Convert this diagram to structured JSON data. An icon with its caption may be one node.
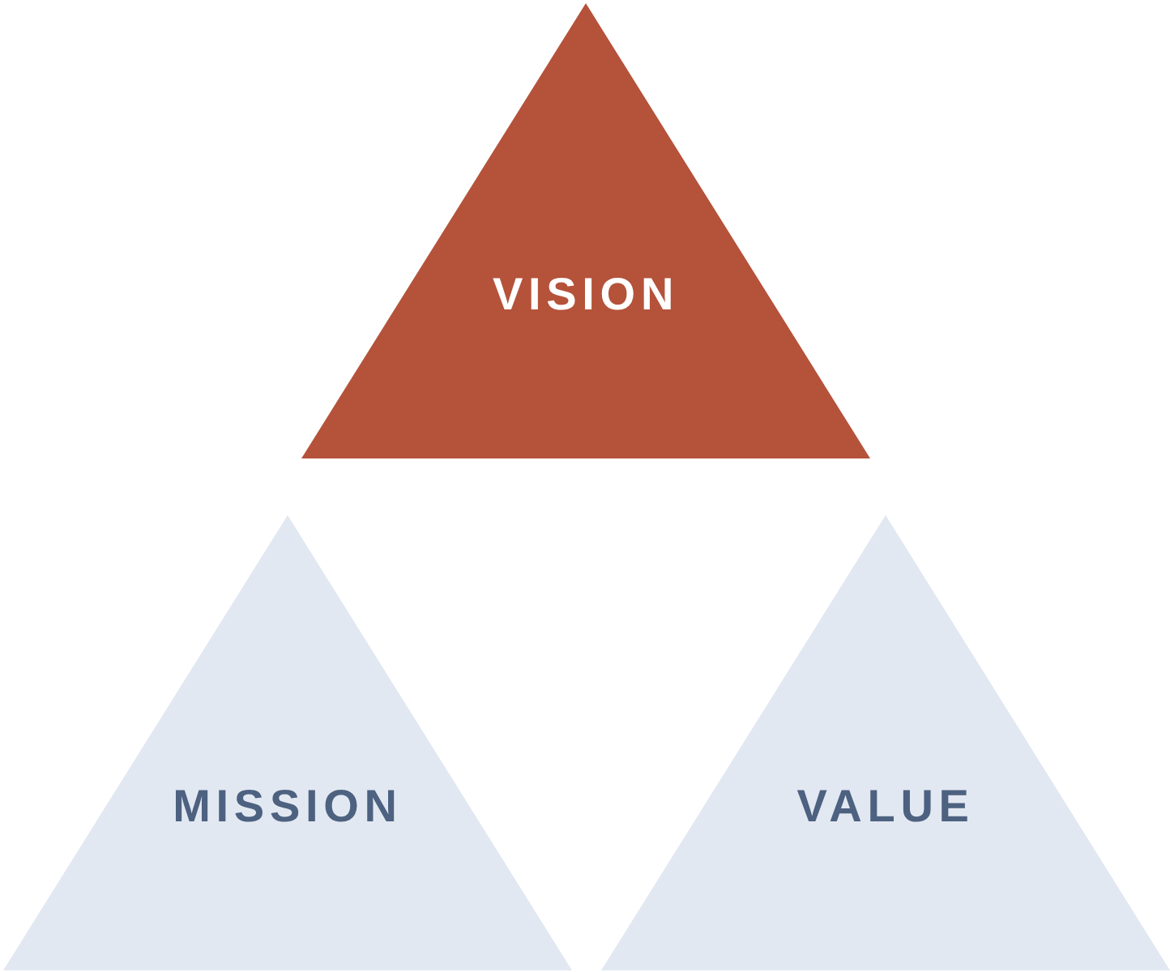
{
  "diagram": {
    "nodes": [
      {
        "text": [
          "VISION"
        ]
      },
      {
        "text": [
          "MISSION"
        ]
      },
      {
        "text": [
          "VALUE"
        ]
      }
    ]
  }
}
